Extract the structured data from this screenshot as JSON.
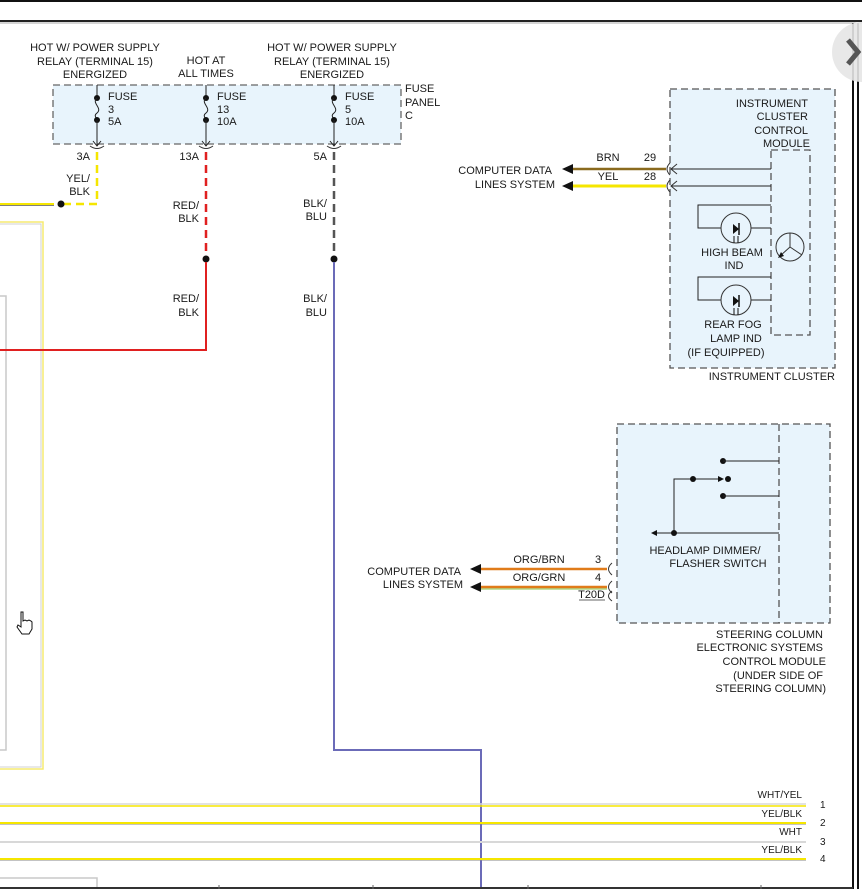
{
  "diagram": {
    "power_sources": [
      {
        "label_lines": [
          "HOT W/ POWER SUPPLY",
          "RELAY (TERMINAL 15)",
          "ENERGIZED"
        ]
      },
      {
        "label_lines": [
          "HOT AT",
          "ALL TIMES"
        ]
      },
      {
        "label_lines": [
          "HOT W/ POWER SUPPLY",
          "RELAY (TERMINAL 15)",
          "ENERGIZED"
        ]
      }
    ],
    "fuse_panel": {
      "label_lines": [
        "FUSE",
        "PANEL",
        "C"
      ],
      "fuses": [
        {
          "lines": [
            "FUSE",
            "3",
            "5A"
          ],
          "terminal": "3A",
          "wire_upper": [
            "YEL/",
            "BLK"
          ],
          "wire_lower": [],
          "color": "#f5e600"
        },
        {
          "lines": [
            "FUSE",
            "13",
            "10A"
          ],
          "terminal": "13A",
          "wire_upper": [
            "RED/",
            "BLK"
          ],
          "wire_lower": [
            "RED/",
            "BLK"
          ],
          "color": "#e02020"
        },
        {
          "lines": [
            "FUSE",
            "5",
            "10A"
          ],
          "terminal": "5A",
          "wire_upper": [
            "BLK/",
            "BLU"
          ],
          "wire_lower": [
            "BLK/",
            "BLU"
          ],
          "color": "#555555"
        }
      ]
    },
    "instrument_cluster": {
      "title": "INSTRUMENT CLUSTER",
      "module_label": [
        "INSTRUMENT",
        "CLUSTER",
        "CONTROL",
        "MODULE"
      ],
      "destination": [
        "COMPUTER DATA",
        "LINES SYSTEM"
      ],
      "wires": [
        {
          "color_name": "BRN",
          "pin": "29",
          "color": "#8a6a1e"
        },
        {
          "color_name": "YEL",
          "pin": "28",
          "color": "#f5e600"
        }
      ],
      "indicators": [
        {
          "label": [
            "HIGH BEAM",
            "IND"
          ]
        },
        {
          "label": [
            "REAR FOG",
            "LAMP IND",
            "(IF EQUIPPED)"
          ]
        }
      ]
    },
    "steering_module": {
      "title": [
        "STEERING COLUMN",
        "ELECTRONIC SYSTEMS",
        "CONTROL MODULE",
        "(UNDER SIDE OF",
        "STEERING COLUMN)"
      ],
      "switch_label": [
        "HEADLAMP DIMMER/",
        "FLASHER SWITCH"
      ],
      "destination": [
        "COMPUTER DATA",
        "LINES SYSTEM"
      ],
      "connector": "T20D",
      "wires": [
        {
          "color_name": "ORG/BRN",
          "pin": "3",
          "color": "#e07b1a"
        },
        {
          "color_name": "ORG/GRN",
          "pin": "4",
          "color": "#e07b1a"
        }
      ]
    },
    "bus_wires": [
      {
        "color_name": "WHT/YEL",
        "pin": "1",
        "color": "#f5e600"
      },
      {
        "color_name": "YEL/BLK",
        "pin": "2",
        "color": "#f5e600"
      },
      {
        "color_name": "WHT",
        "pin": "3",
        "color": "#d8d8d8"
      },
      {
        "color_name": "YEL/BLK",
        "pin": "4",
        "color": "#f5e600"
      }
    ],
    "colors": {
      "module_fill": "#e8f4fc",
      "dash_stroke": "#555555",
      "blk_blu": "#6b6bb8"
    }
  }
}
